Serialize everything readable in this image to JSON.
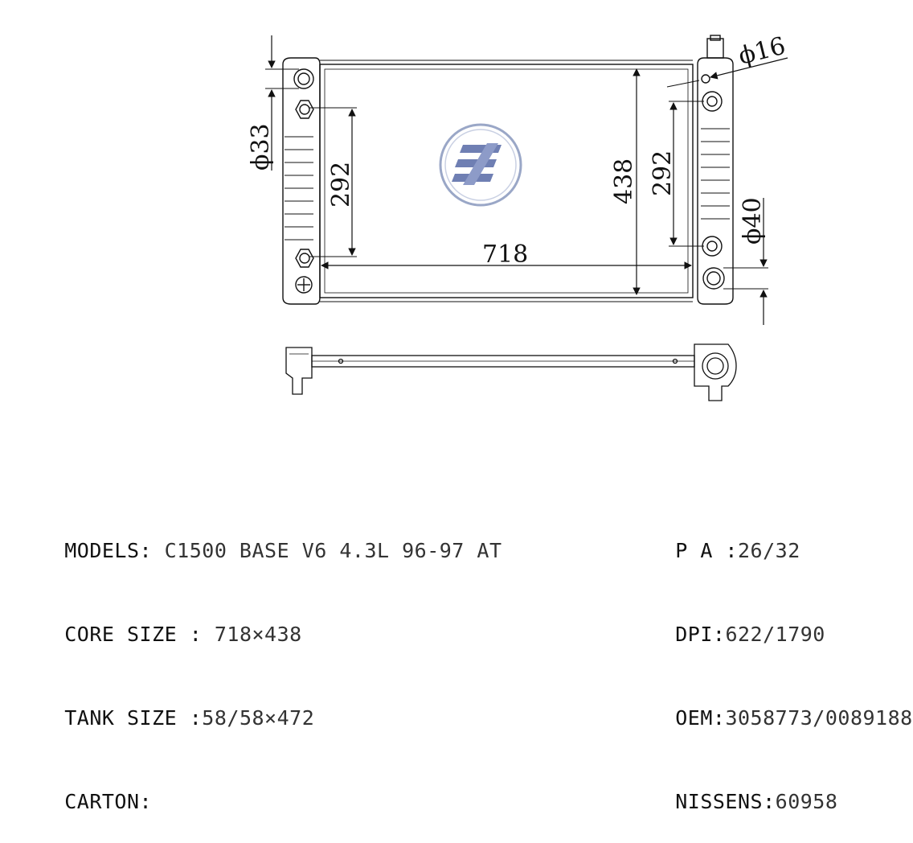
{
  "dimensions": {
    "width": "718",
    "height": "438",
    "inlet_spacing_left": "292",
    "inlet_spacing_right": "292",
    "dia_left": "ϕ33",
    "dia_top": "ϕ16",
    "dia_right": "ϕ40"
  },
  "specs_left": [
    {
      "label": "MODELS:",
      "value": " C1500 BASE V6 4.3L 96-97 AT"
    },
    {
      "label": "CORE SIZE :",
      "value": " 718×438"
    },
    {
      "label": "TANK SIZE :",
      "value": "58/58×472"
    },
    {
      "label": "CARTON:",
      "value": ""
    }
  ],
  "specs_right": [
    {
      "label": "P A :",
      "value": "26/32"
    },
    {
      "label": "DPI:",
      "value": "622/1790"
    },
    {
      "label": "OEM:",
      "value": "3058773/0089188"
    },
    {
      "label": "NISSENS:",
      "value": "60958"
    }
  ],
  "colors": {
    "line": "#111111",
    "logo_ring": "#9aa7c7",
    "logo_fill": "#6f7fb3"
  },
  "icons": {
    "logo": "company-logo-icon"
  }
}
